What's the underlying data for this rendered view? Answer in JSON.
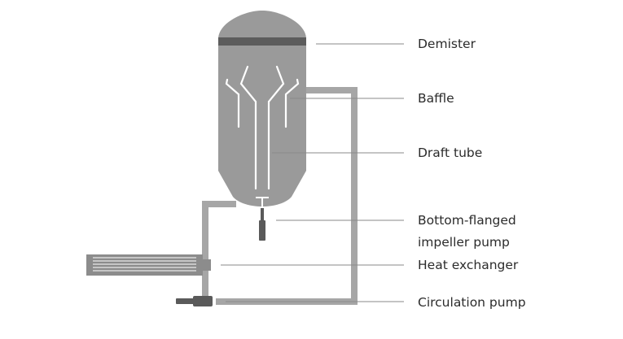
{
  "diagram": {
    "labels": {
      "demister": "Demister",
      "baffle": "Baffle",
      "draft_tube": "Draft tube",
      "bottom_flanged_line1": "Bottom-flanged",
      "bottom_flanged_line2": "impeller pump",
      "heat_exchanger": "Heat exchanger",
      "circulation_pump": "Circulation pump"
    },
    "colors": {
      "vessel_fill": "#9a9a9a",
      "demister_band": "#5c5c5c",
      "internals": "#ffffff",
      "piping": "#a6a6a6",
      "exchanger_body": "#8c8c8c",
      "dark_parts": "#5a5a5a",
      "leader_line": "#8a8a8a",
      "text": "#2b2b2b"
    }
  }
}
